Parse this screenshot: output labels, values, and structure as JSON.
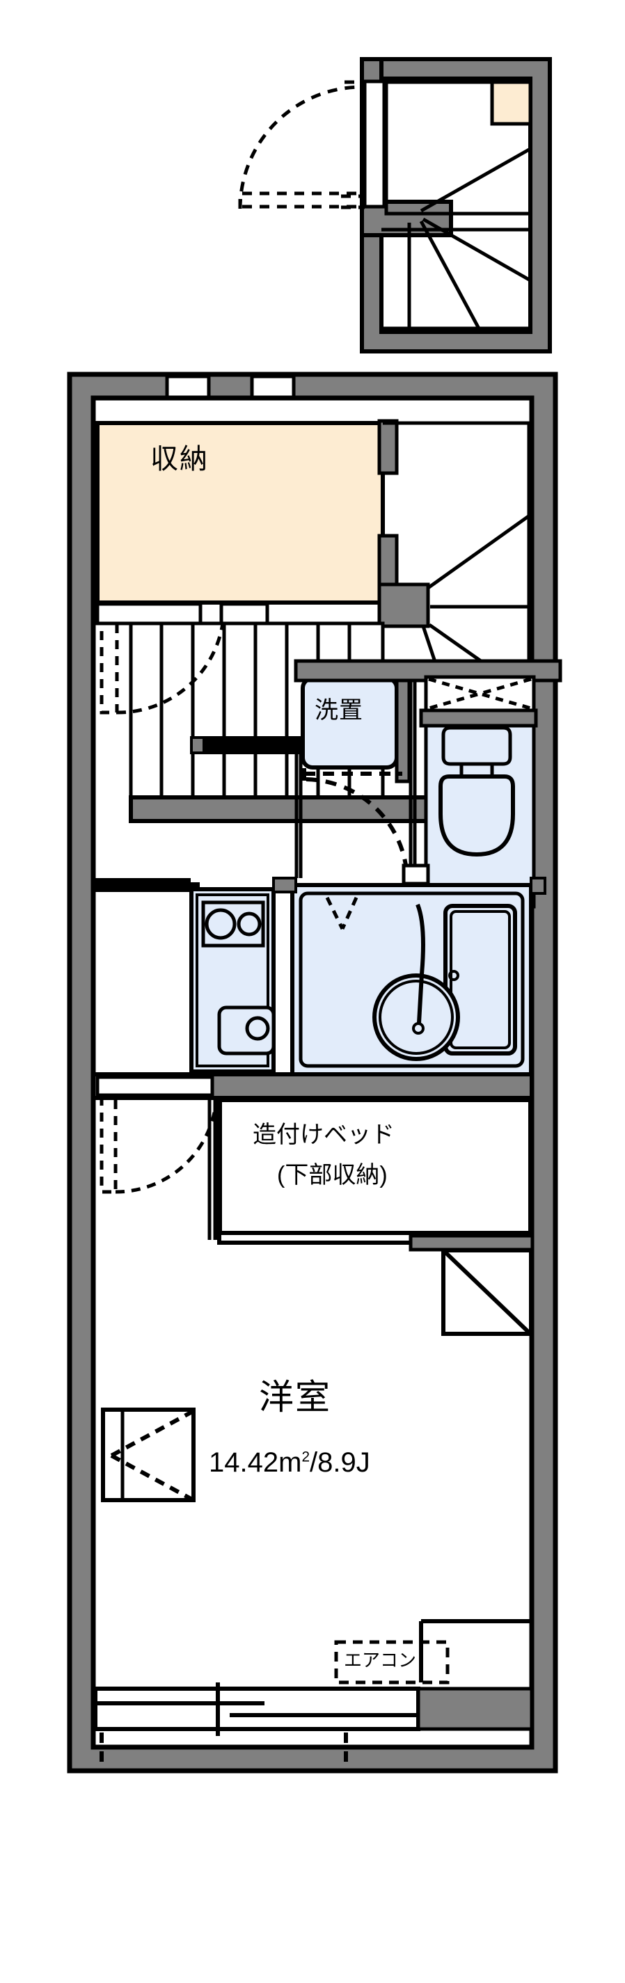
{
  "document": {
    "type": "floor-plan",
    "description": "Japanese apartment floor plan (madori) - single room maisonette unit"
  },
  "colors": {
    "wall_fill": "#808080",
    "wall_stroke": "#000000",
    "storage_fill": "#fdecd2",
    "fixture_fill": "#e2ecfa",
    "background": "#ffffff",
    "line": "#000000"
  },
  "labels": {
    "storage": "収納",
    "washer": "洗置",
    "built_in_bed_line1": "造付けベッド",
    "built_in_bed_line2": "(下部収納)",
    "room_name": "洋室",
    "room_area": "14.42m²/8.9J",
    "room_area_value": "14.42",
    "room_area_unit": "m",
    "room_area_sup": "2",
    "room_area_jo": "/8.9J",
    "air_conditioner": "エアコン"
  },
  "rooms": [
    {
      "name": "収納",
      "type": "closet",
      "fill": "#fdecd2"
    },
    {
      "name": "洗置",
      "type": "washer-space",
      "fill": "#e2ecfa"
    },
    {
      "name": "洋室",
      "type": "western-room",
      "area_sqm": 14.42,
      "area_jo": 8.9
    },
    {
      "name": "造付けベッド",
      "type": "built-in-bed",
      "note": "(下部収納)"
    }
  ],
  "fixtures": [
    {
      "name": "toilet",
      "label": ""
    },
    {
      "name": "bathtub",
      "label": ""
    },
    {
      "name": "wash-basin",
      "label": ""
    },
    {
      "name": "kitchen-sink",
      "label": ""
    },
    {
      "name": "gas-stove",
      "label": "",
      "burners": 2
    },
    {
      "name": "staircase-upper",
      "label": ""
    },
    {
      "name": "staircase-lower",
      "label": ""
    },
    {
      "name": "air-conditioner",
      "label": "エアコン"
    }
  ],
  "openings": [
    {
      "name": "entrance-door",
      "type": "hinged-door"
    },
    {
      "name": "closet-door",
      "type": "hinged-door"
    },
    {
      "name": "bath-door",
      "type": "hinged-door"
    },
    {
      "name": "toilet-door",
      "type": "folding-door"
    },
    {
      "name": "balcony-window",
      "type": "sliding-window"
    },
    {
      "name": "side-window-left",
      "type": "casement-window"
    },
    {
      "name": "side-window-right",
      "type": "fixed-window"
    }
  ]
}
